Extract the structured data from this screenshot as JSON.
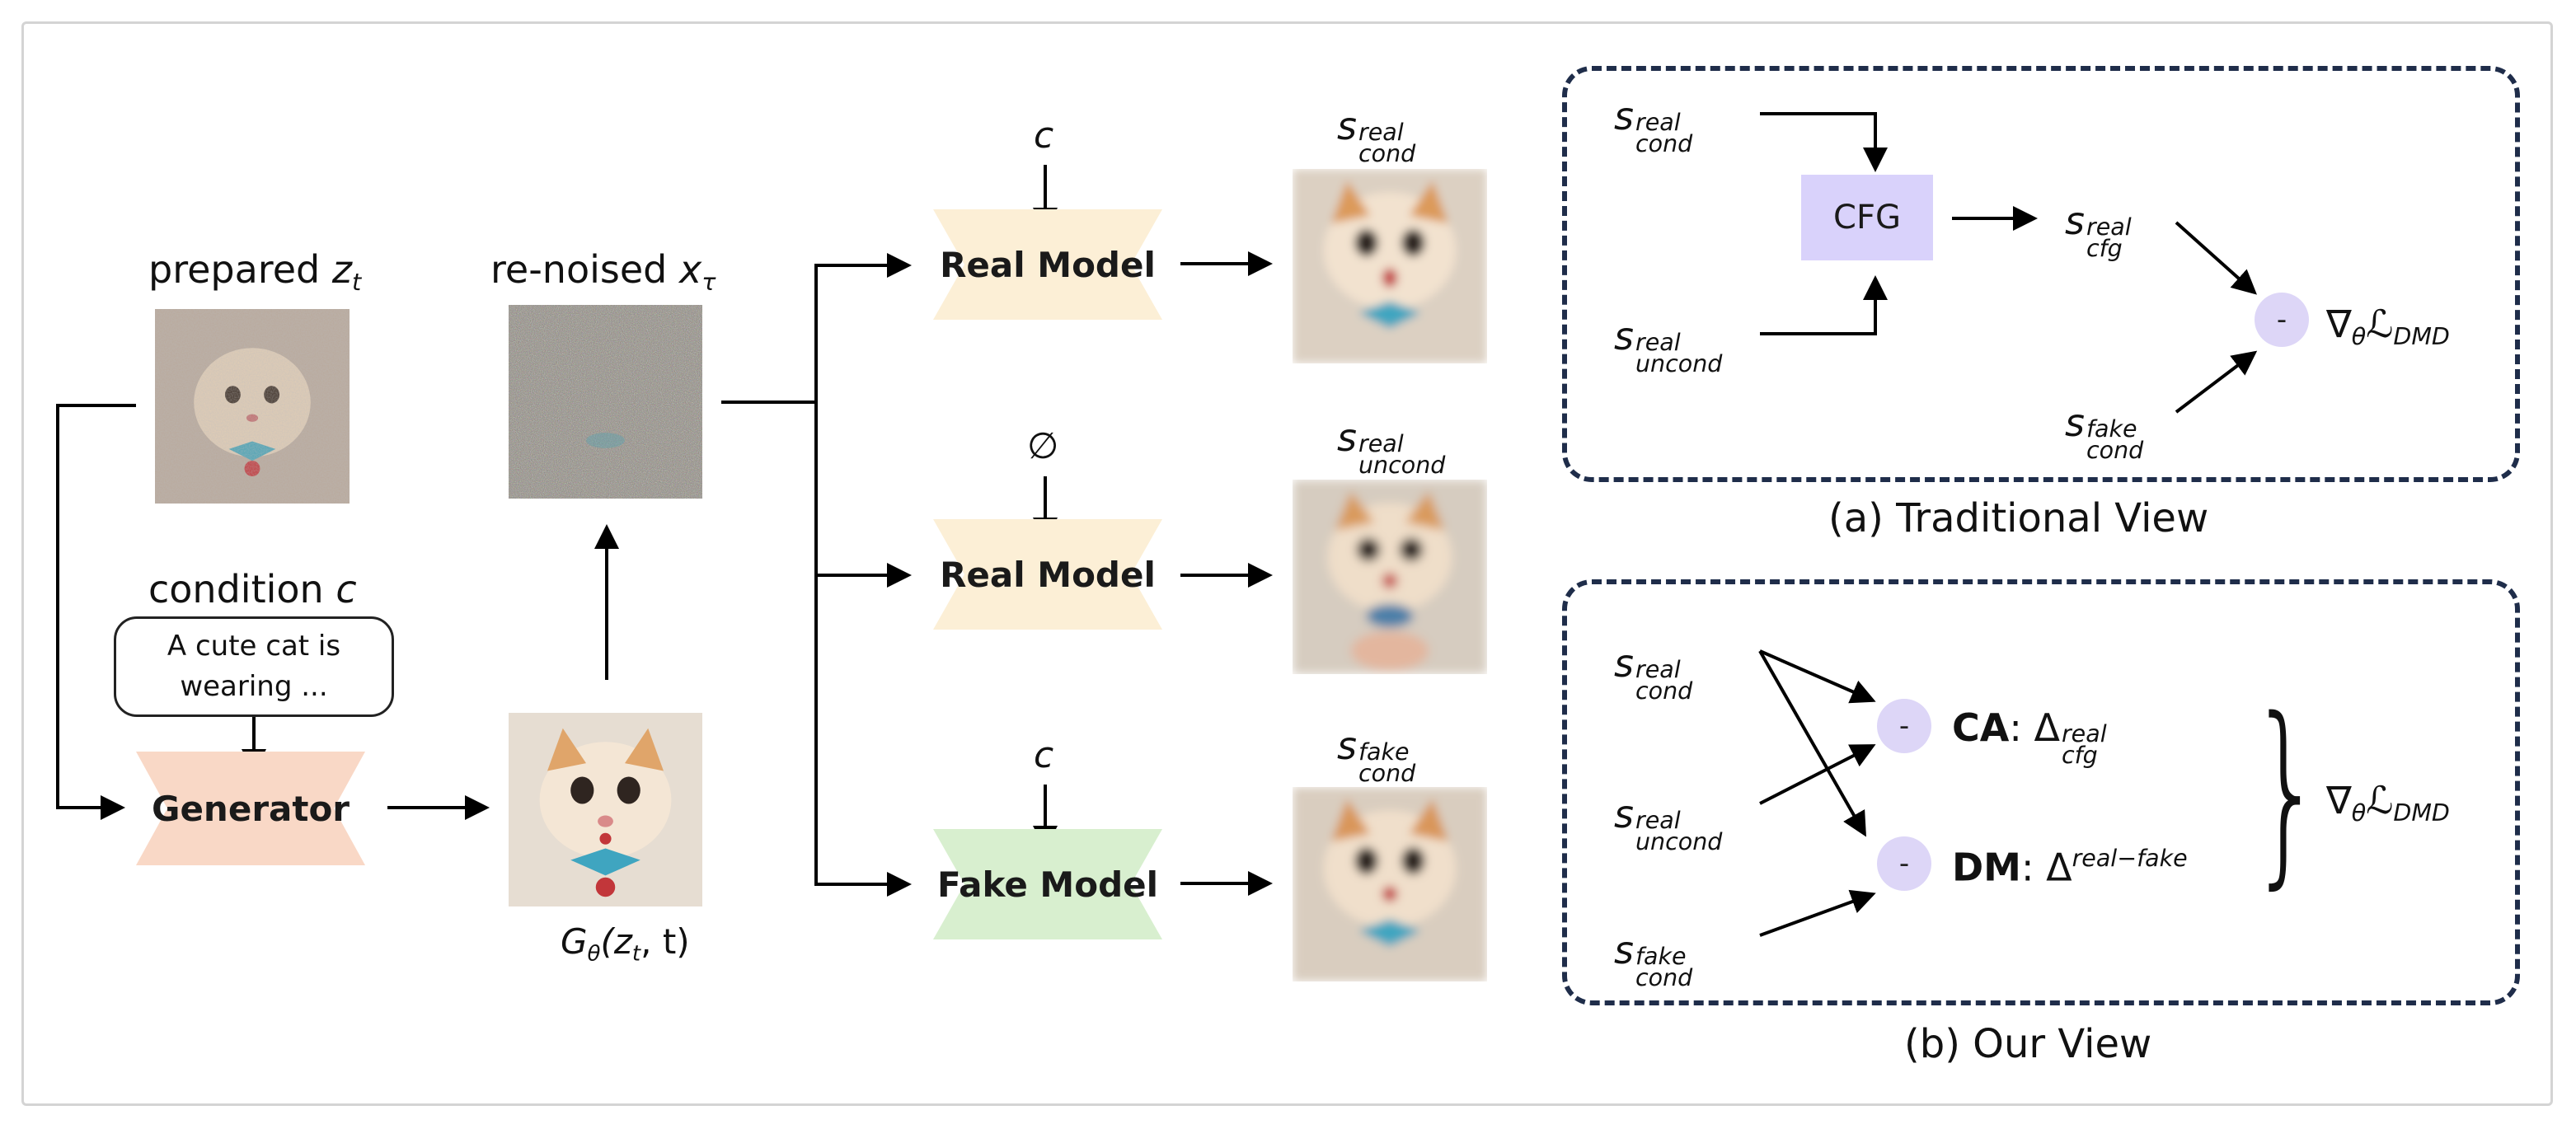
{
  "pipeline": {
    "prepared_label": "prepared",
    "prepared_var": "z",
    "prepared_sub": "t",
    "renoised_label": "re-noised",
    "renoised_var": "x",
    "renoised_sub": "τ",
    "condition_label": "condition",
    "condition_var": "c",
    "prompt_line1": "A cute cat is",
    "prompt_line2": "wearing ...",
    "generator_label": "Generator",
    "gen_output_label": "G",
    "gen_output_sub": "θ",
    "gen_output_args": "(z",
    "gen_output_args_sub": "t",
    "gen_output_tail": ", t)"
  },
  "models": [
    {
      "input": "c",
      "label": "Real Model",
      "score": "s",
      "sup": "real",
      "sub": "cond",
      "color": "#fcefd6"
    },
    {
      "input": "∅",
      "label": "Real Model",
      "score": "s",
      "sup": "real",
      "sub": "uncond",
      "color": "#fcefd6"
    },
    {
      "input": "c",
      "label": "Fake Model",
      "score": "s",
      "sup": "fake",
      "sub": "cond",
      "color": "#d8efcf"
    }
  ],
  "traditional": {
    "caption": "(a) Traditional View",
    "s_cond": {
      "base": "s",
      "sup": "real",
      "sub": "cond"
    },
    "s_uncond": {
      "base": "s",
      "sup": "real",
      "sub": "uncond"
    },
    "cfg_label": "CFG",
    "s_cfg": {
      "base": "s",
      "sup": "real",
      "sub": "cfg"
    },
    "s_fake": {
      "base": "s",
      "sup": "fake",
      "sub": "cond"
    },
    "minus": "-",
    "grad": {
      "nabla": "∇",
      "theta": "θ",
      "loss": "ℒ",
      "sub": "DMD"
    }
  },
  "ours": {
    "caption": "(b) Our View",
    "s_cond": {
      "base": "s",
      "sup": "real",
      "sub": "cond"
    },
    "s_uncond": {
      "base": "s",
      "sup": "real",
      "sub": "uncond"
    },
    "s_fake": {
      "base": "s",
      "sup": "fake",
      "sub": "cond"
    },
    "minus1": "-",
    "minus2": "-",
    "ca_label": "CA",
    "ca_delta": "Δ",
    "ca_sup": "real",
    "ca_sub": "cfg",
    "dm_label": "DM",
    "dm_delta": "Δ",
    "dm_sup": "real−fake",
    "brace": "}",
    "grad": {
      "nabla": "∇",
      "theta": "θ",
      "loss": "ℒ",
      "sub": "DMD"
    }
  },
  "colors": {
    "generator": "#f9d8c6",
    "real_model": "#fcefd6",
    "fake_model": "#d8efcf",
    "cfg": "#d9d2fb",
    "minus_circle": "#ddd6f7",
    "dashed_border": "#1f2d4a"
  },
  "icons": {
    "cat_image": "cat-photo",
    "noise_image": "noise-texture",
    "arrow": "arrow-right"
  }
}
